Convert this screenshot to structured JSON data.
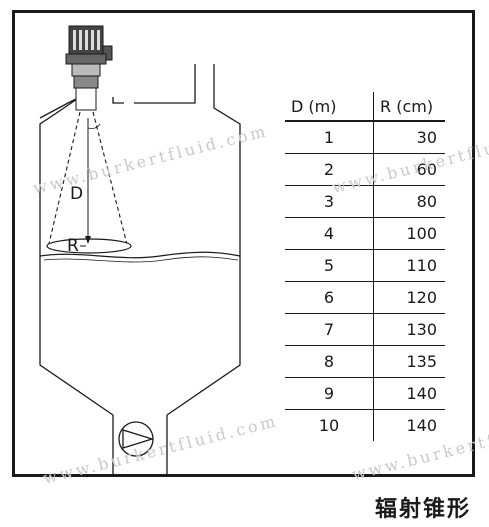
{
  "diagram": {
    "distance_label": "D",
    "radius_label": "R"
  },
  "table": {
    "headers": [
      "D (m)",
      "R (cm)"
    ],
    "rows": [
      {
        "d": "1",
        "r": "30"
      },
      {
        "d": "2",
        "r": "60"
      },
      {
        "d": "3",
        "r": "80"
      },
      {
        "d": "4",
        "r": "100"
      },
      {
        "d": "5",
        "r": "110"
      },
      {
        "d": "6",
        "r": "120"
      },
      {
        "d": "7",
        "r": "130"
      },
      {
        "d": "8",
        "r": "135"
      },
      {
        "d": "9",
        "r": "140"
      },
      {
        "d": "10",
        "r": "140"
      }
    ]
  },
  "watermarks": [
    "www.burkertfluid.com",
    "www.burkertflu",
    "www.burkertfluid.com",
    "www.burkertflu"
  ],
  "caption": "辐射锥形"
}
